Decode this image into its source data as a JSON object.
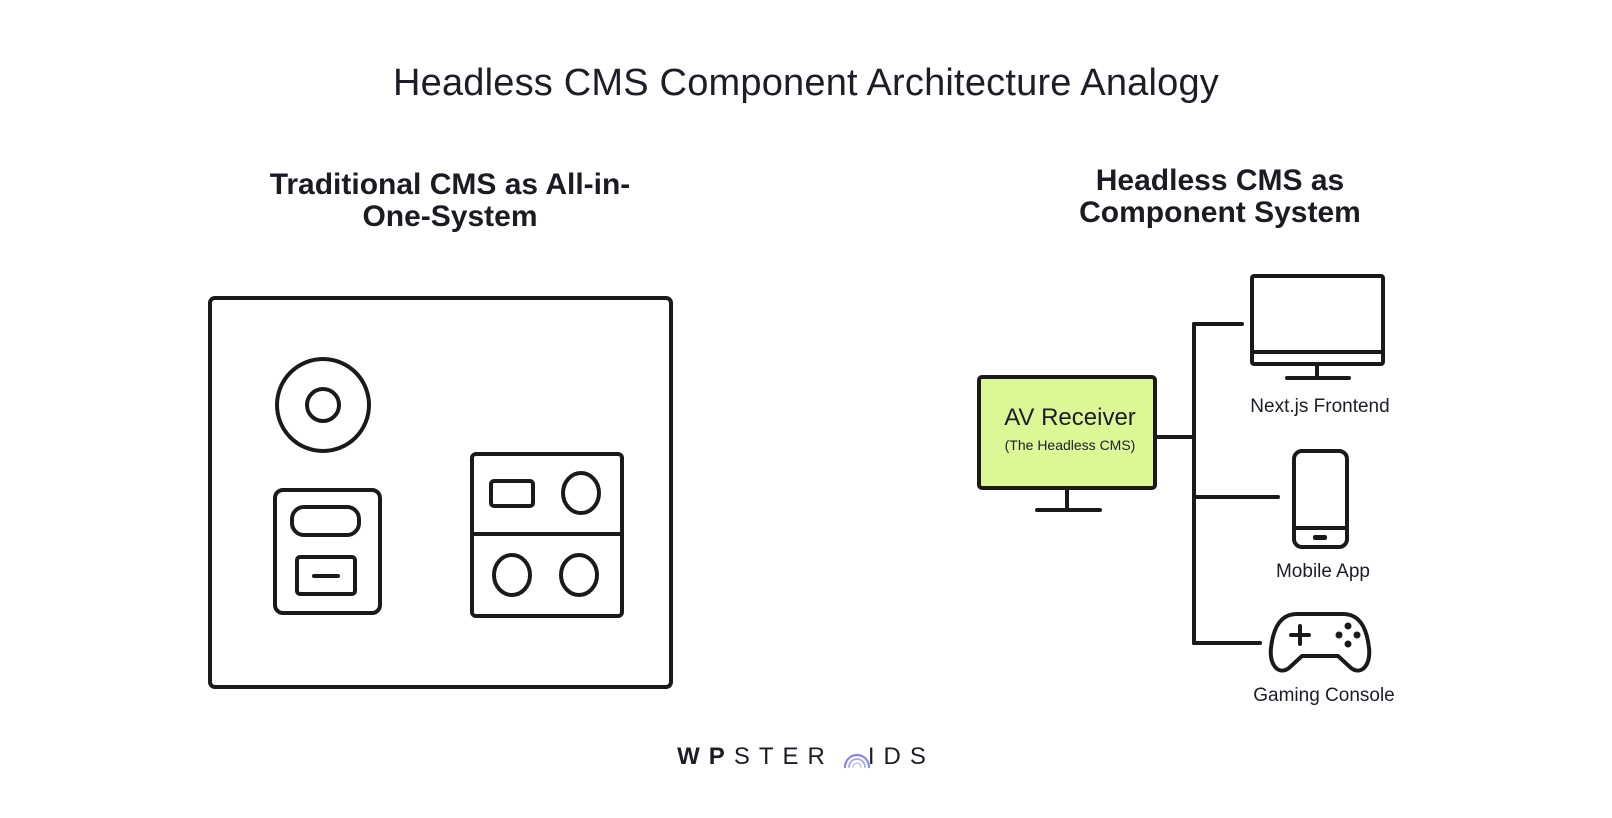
{
  "title": "Headless CMS Component Architecture Analogy",
  "left_section": {
    "title_line1": "Traditional CMS as All-in-",
    "title_line2": "One-System"
  },
  "right_section": {
    "title_line1": "Headless CMS as",
    "title_line2": "Component System",
    "receiver": {
      "title": "AV Receiver",
      "subtitle": "(The Headless CMS)",
      "screen_color": "#dcf795"
    },
    "devices": [
      {
        "label": "Next.js Frontend",
        "icon": "monitor-icon"
      },
      {
        "label": "Mobile App",
        "icon": "smartphone-icon"
      },
      {
        "label": "Gaming Console",
        "icon": "gamepad-icon"
      }
    ]
  },
  "logo": {
    "part1": "WP",
    "part2": "STER",
    "part3": "IDS",
    "accent_color": "#8a86e8"
  },
  "colors": {
    "stroke": "#1a1a1a",
    "text": "#1d1d28"
  }
}
